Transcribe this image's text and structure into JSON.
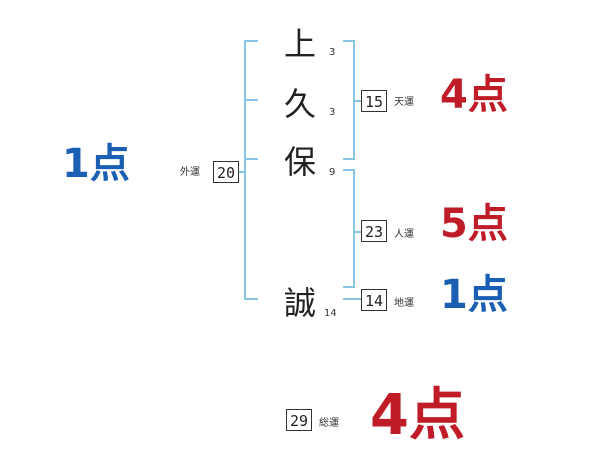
{
  "name": {
    "chars": [
      {
        "char": "上",
        "strokes": "3"
      },
      {
        "char": "久",
        "strokes": "3"
      },
      {
        "char": "保",
        "strokes": "9"
      },
      {
        "char": "誠",
        "strokes": "14"
      }
    ]
  },
  "fortunes": {
    "gaikaku": {
      "label": "外運",
      "value": "20",
      "score": "1点",
      "color": "#1a5fb4"
    },
    "tenkaku": {
      "label": "天運",
      "value": "15",
      "score": "4点",
      "color": "#c01c28"
    },
    "jinkaku": {
      "label": "人運",
      "value": "23",
      "score": "5点",
      "color": "#c01c28"
    },
    "chikaku": {
      "label": "地運",
      "value": "14",
      "score": "1点",
      "color": "#1a5fb4"
    },
    "soukaku": {
      "label": "総運",
      "value": "29",
      "score": "4点",
      "color": "#c01c28"
    }
  }
}
